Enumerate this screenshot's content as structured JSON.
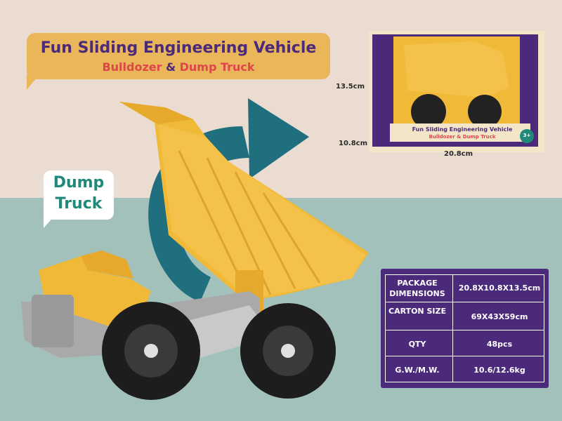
{
  "headline": {
    "title": "Fun Sliding Engineering Vehicle",
    "subtitle_part1": "Bulldozer",
    "subtitle_amp": "&",
    "subtitle_part2": "Dump Truck"
  },
  "product_label": {
    "line1": "Dump",
    "line2": "Truck"
  },
  "box_photo": {
    "height_label": "13.5cm",
    "depth_label": "10.8cm",
    "width_label": "20.8cm",
    "box_title": "Fun Sliding Engineering Vehicle",
    "box_subtitle": "Bulldozer & Dump Truck",
    "age_badge": "3+"
  },
  "specs": {
    "rows": [
      {
        "label": "PACKAGE DIMENSIONS",
        "value": "20.8X10.8X13.5cm"
      },
      {
        "label": "CARTON SIZE",
        "value": "69X43X59cm"
      },
      {
        "label": "QTY",
        "value": "48pcs"
      },
      {
        "label": "G.W./M.W.",
        "value": "10.6/12.6kg"
      }
    ]
  },
  "colors": {
    "purple": "#4b2a7b",
    "yellow": "#eab65a",
    "teal": "#1f6f7f",
    "red": "#e0454a"
  },
  "icons": [
    "rotate-arrow-icon"
  ]
}
